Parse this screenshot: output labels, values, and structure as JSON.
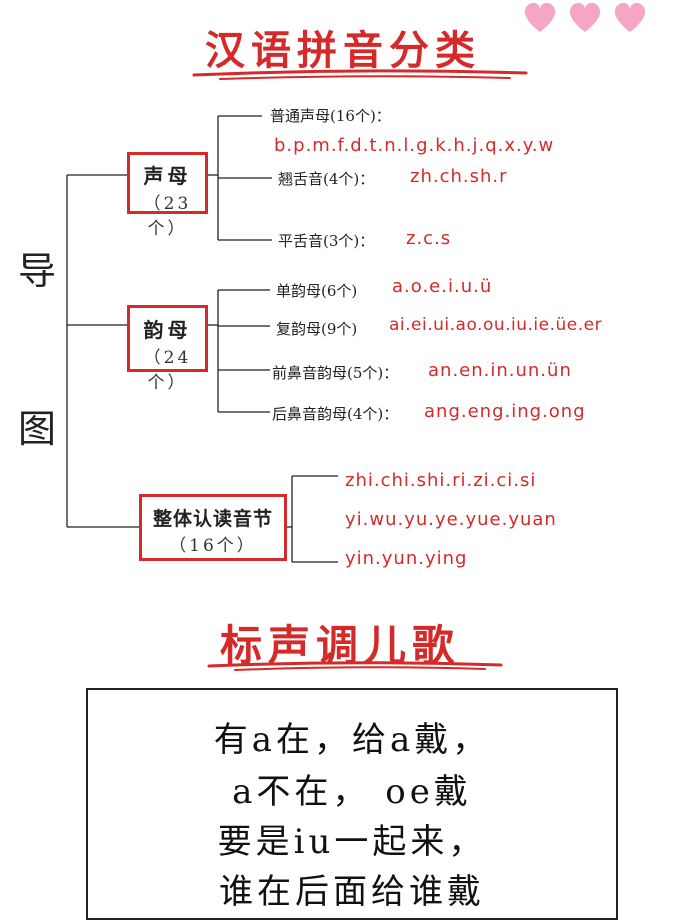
{
  "title": "汉语拼音分类",
  "side_label": [
    "导",
    "图"
  ],
  "groups": [
    {
      "label": "声母",
      "count": "（23个）",
      "items": [
        {
          "label": "普通声母(16个)：",
          "value": "b.p.m.f.d.t.n.l.g.k.h.j.q.x.y.w"
        },
        {
          "label": "翘舌音(4个)：",
          "value": "zh.ch.sh.r"
        },
        {
          "label": "平舌音(3个)：",
          "value": "z.c.s"
        }
      ]
    },
    {
      "label": "韵母",
      "count": "（24个）",
      "items": [
        {
          "label": "单韵母(6个)",
          "value": "a.o.e.i.u.ü"
        },
        {
          "label": "复韵母(9个)",
          "value": "ai.ei.ui.ao.ou.iu.ie.üe.er"
        },
        {
          "label": "前鼻音韵母(5个)：",
          "value": "an.en.in.un.ün"
        },
        {
          "label": "后鼻音韵母(4个)：",
          "value": "ang.eng.ing.ong"
        }
      ]
    },
    {
      "label": "整体认读音节",
      "count": "（16个）",
      "items": [
        {
          "value": "zhi.chi.shi.ri.zi.ci.si"
        },
        {
          "value": "yi.wu.yu.ye.yue.yuan"
        },
        {
          "value": "yin.yun.ying"
        }
      ]
    }
  ],
  "poem_title": "标声调儿歌",
  "poem_lines": [
    "有a在，给a戴，",
    "a不在， oe戴",
    "要是iu一起来，",
    "谁在后面给谁戴"
  ],
  "colors": {
    "accent": "#d42a2a",
    "heart": "#f4a6c4"
  }
}
